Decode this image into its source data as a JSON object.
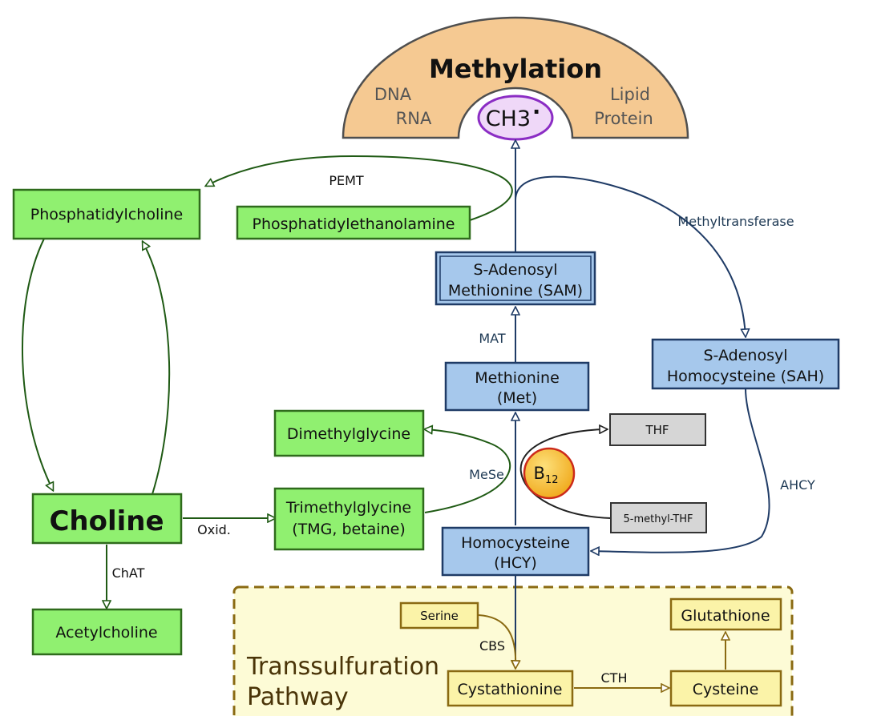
{
  "methylation": {
    "title": "Methylation",
    "left_line1": "DNA",
    "left_line2": "RNA",
    "right_line1": "Lipid",
    "right_line2": "Protein",
    "methyl_group": "CH3",
    "radical_dot": "·"
  },
  "nodes": {
    "phosphatidylcholine": "Phosphatidylcholine",
    "phosphatidylethanolamine": "Phosphatidylethanolamine",
    "sam_line1": "S-Adenosyl",
    "sam_line2": "Methionine (SAM)",
    "sah_line1": "S-Adenosyl",
    "sah_line2": "Homocysteine (SAH)",
    "methionine_line1": "Methionine",
    "methionine_line2": "(Met)",
    "dimethylglycine": "Dimethylglycine",
    "thf": "THF",
    "b12": "B",
    "b12_sub": "12",
    "five_methyl_thf": "5-methyl-THF",
    "choline": "Choline",
    "tmg_line1": "Trimethylglycine",
    "tmg_line2": "(TMG, betaine)",
    "homocysteine_line1": "Homocysteine",
    "homocysteine_line2": "(HCY)",
    "acetylcholine": "Acetylcholine",
    "serine": "Serine",
    "glutathione": "Glutathione",
    "cystathionine": "Cystathionine",
    "cysteine": "Cysteine"
  },
  "enzymes": {
    "pemt": "PEMT",
    "methyltransferase": "Methyltransferase",
    "mat": "MAT",
    "mese": "MeSe",
    "ahcy": "AHCY",
    "oxid": "Oxid.",
    "chat": "ChAT",
    "cbs": "CBS",
    "cth": "CTH"
  },
  "transsulfuration": {
    "line1": "Transsulfuration",
    "line2": "Pathway"
  },
  "colors": {
    "green_fill": "#90f070",
    "blue_fill": "#a6c8ec",
    "yellow_fill": "#fbf3a8",
    "methylation_fill": "#f5c992",
    "ch3_fill": "#efd8f8",
    "b12_fill": "#f4b521"
  }
}
